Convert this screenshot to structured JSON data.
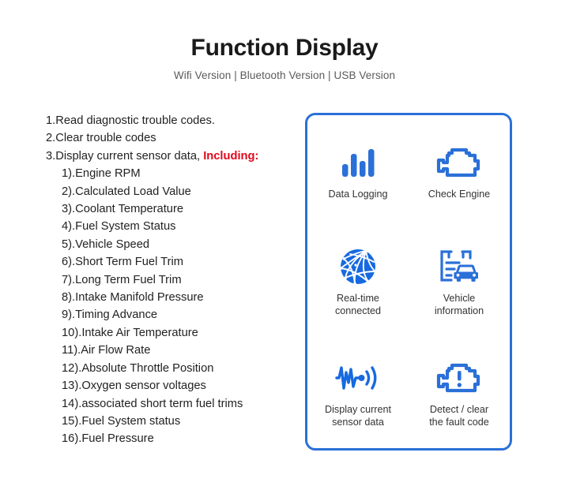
{
  "header": {
    "title": "Function Display",
    "subtitle": "Wifi Version | Bluetooth Version | USB Version"
  },
  "colors": {
    "brand_blue": "#2a70d8",
    "accent_red": "#e2071b",
    "text": "#222222",
    "subtitle": "#5a5a5a",
    "background": "#ffffff"
  },
  "features": {
    "main_items": [
      {
        "number": "1.",
        "text": "Read diagnostic trouble codes."
      },
      {
        "number": "2.",
        "text": "Clear trouble codes"
      },
      {
        "number": "3.",
        "text": "Display current sensor data, ",
        "emphasis": "Including:"
      }
    ],
    "sub_items": [
      {
        "number": "1).",
        "text": "Engine RPM"
      },
      {
        "number": "2).",
        "text": "Calculated Load Value"
      },
      {
        "number": "3).",
        "text": "Coolant Temperature"
      },
      {
        "number": "4).",
        "text": "Fuel System Status"
      },
      {
        "number": "5).",
        "text": "Vehicle Speed"
      },
      {
        "number": "6).",
        "text": "Short Term Fuel Trim"
      },
      {
        "number": "7).",
        "text": "Long Term Fuel Trim"
      },
      {
        "number": "8).",
        "text": "Intake Manifold Pressure"
      },
      {
        "number": "9).",
        "text": "Timing Advance"
      },
      {
        "number": "10).",
        "text": "Intake Air Temperature"
      },
      {
        "number": "11).",
        "text": "Air Flow Rate"
      },
      {
        "number": "12).",
        "text": "Absolute Throttle Position"
      },
      {
        "number": "13).",
        "text": "Oxygen sensor voltages"
      },
      {
        "number": "14).",
        "text": "associated short term fuel trims"
      },
      {
        "number": "15).",
        "text": "Fuel System status"
      },
      {
        "number": "16).",
        "text": "Fuel Pressure"
      }
    ]
  },
  "icon_panel": {
    "items": [
      {
        "icon": "bar-chart-icon",
        "label": "Data Logging"
      },
      {
        "icon": "check-engine-icon",
        "label": "Check Engine"
      },
      {
        "icon": "globe-network-icon",
        "label": "Real-time\nconnected"
      },
      {
        "icon": "clipboard-car-icon",
        "label": "Vehicle\ninformation"
      },
      {
        "icon": "waveform-signal-icon",
        "label": "Display current\nsensor data"
      },
      {
        "icon": "engine-warning-icon",
        "label": "Detect / clear\nthe fault code"
      }
    ]
  }
}
